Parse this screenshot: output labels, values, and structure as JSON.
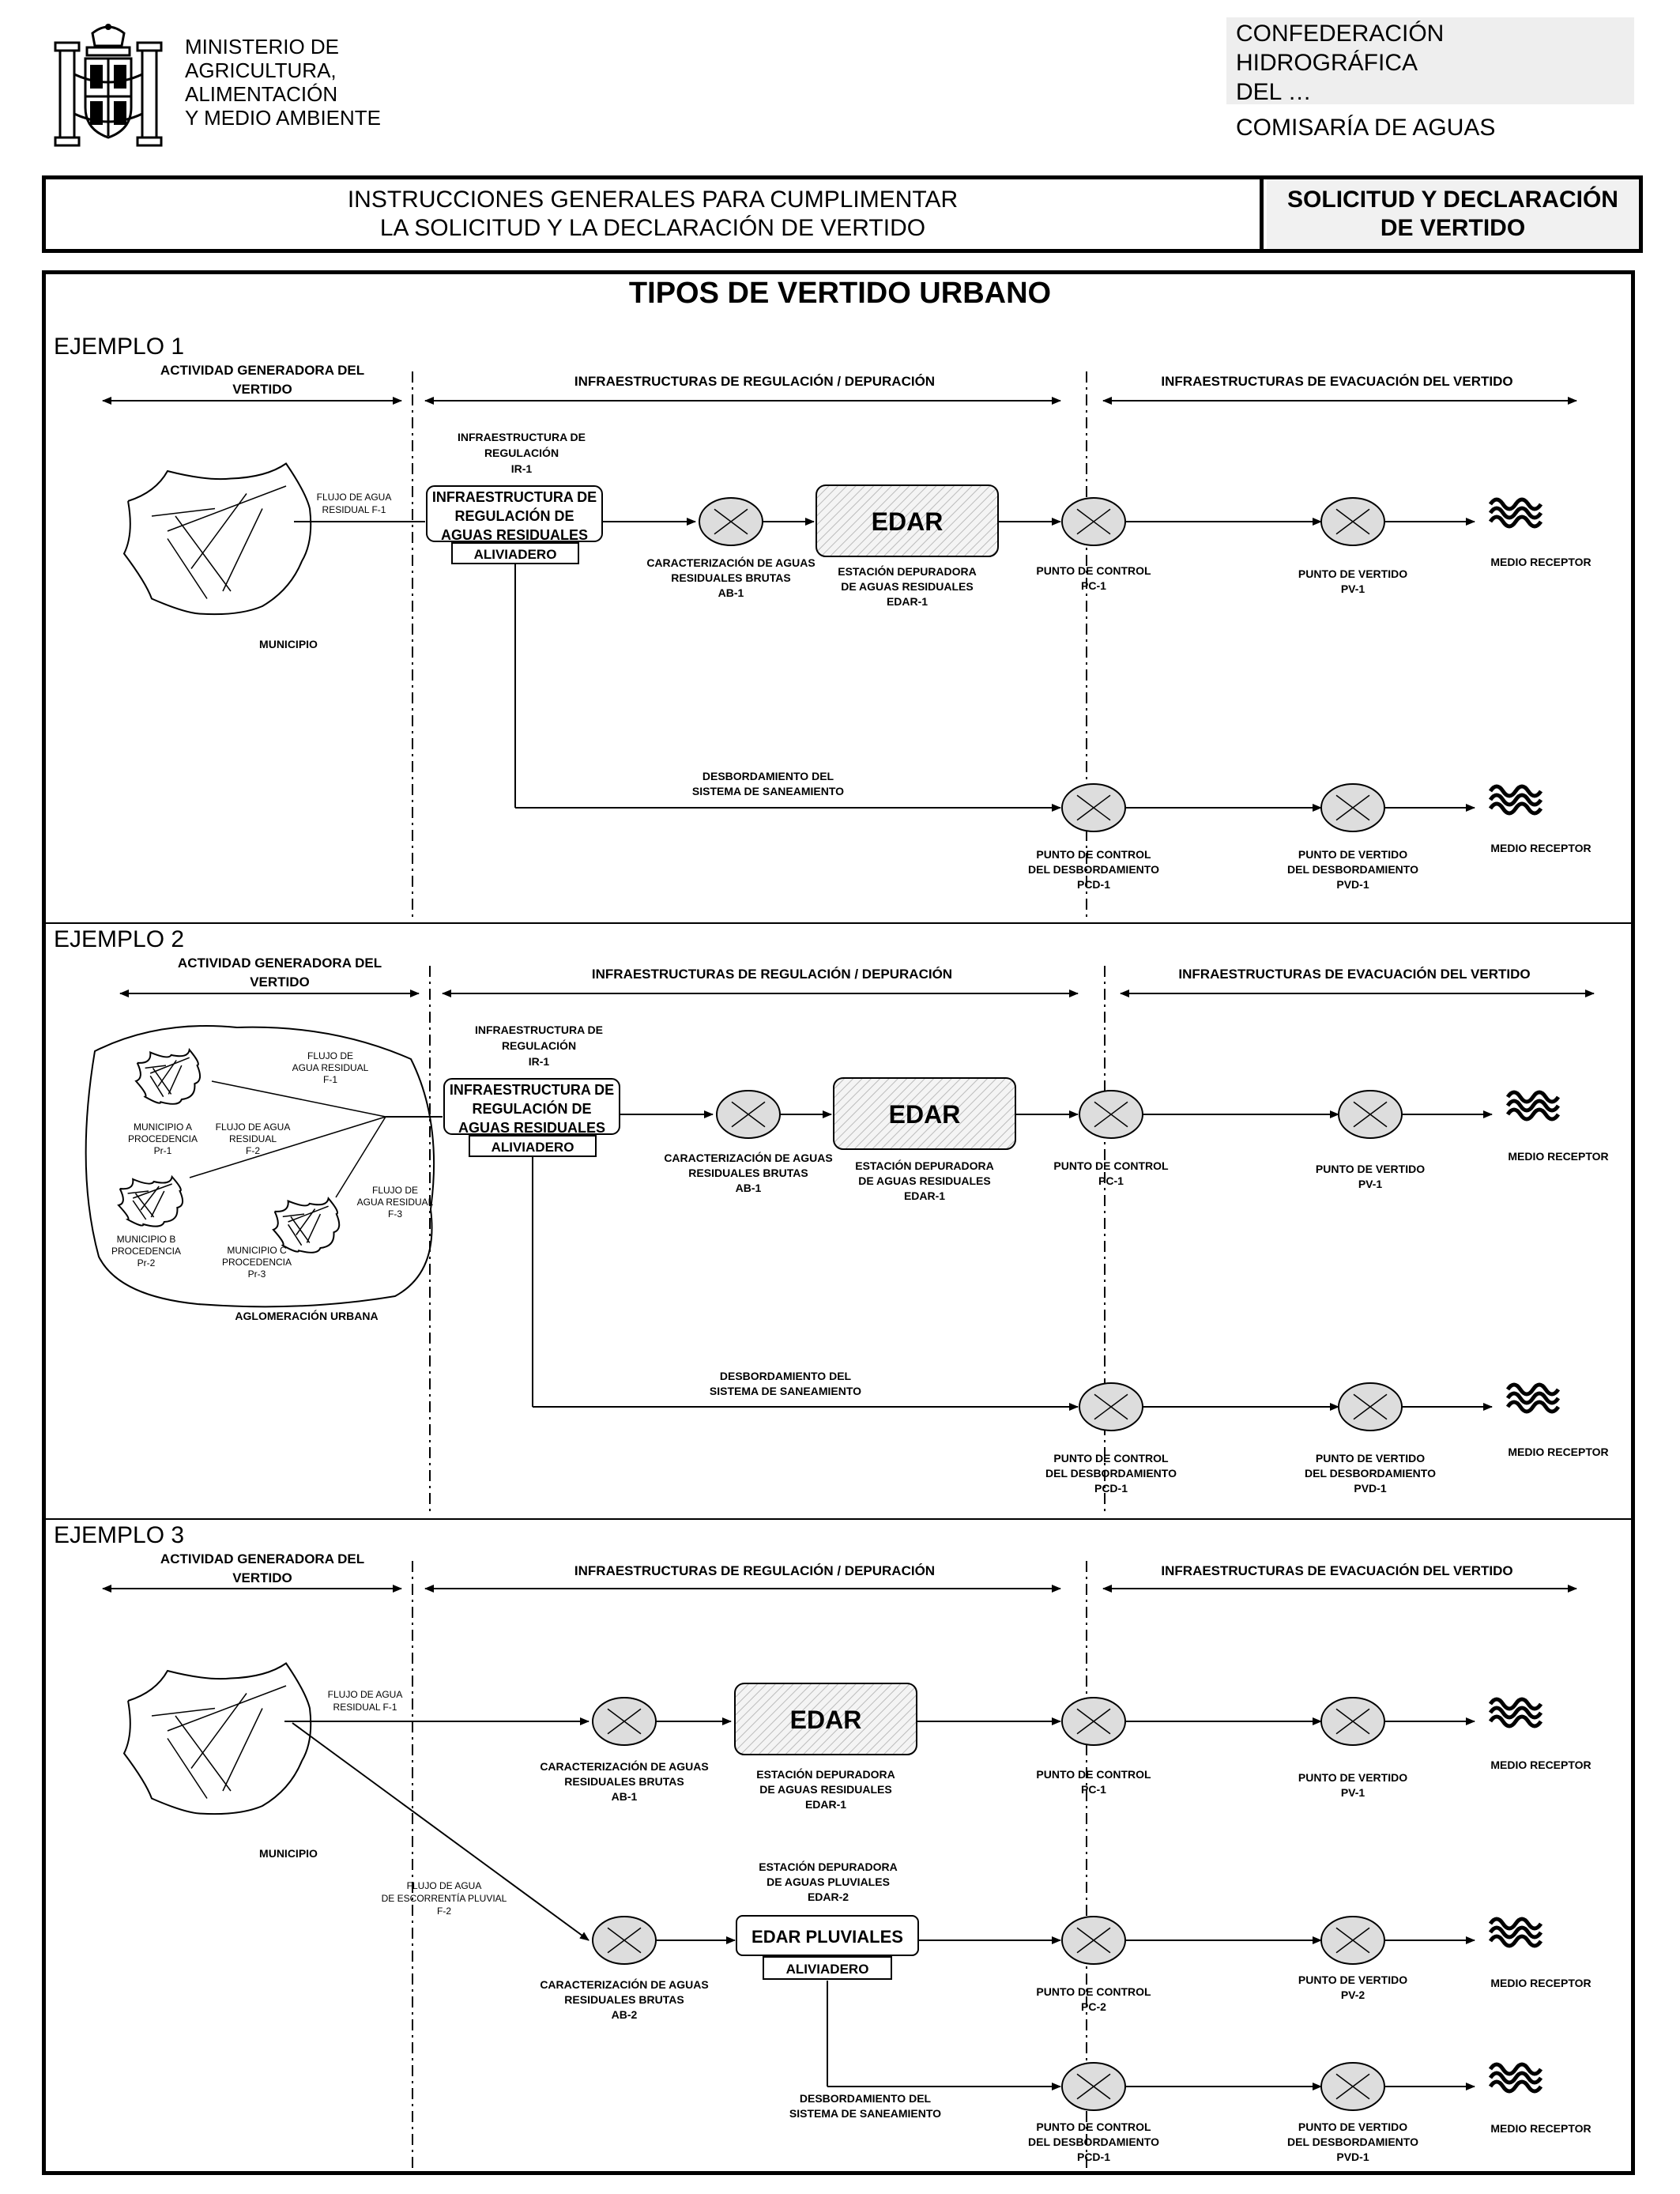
{
  "header": {
    "ministry": [
      "MINISTERIO DE",
      "AGRICULTURA,",
      "ALIMENTACIÓN",
      "Y MEDIO AMBIENTE"
    ],
    "confederation": [
      "CONFEDERACIÓN",
      "HIDROGRÁFICA",
      "DEL …"
    ],
    "comisaria": "COMISARÍA DE AGUAS"
  },
  "banner": {
    "left": [
      "INSTRUCCIONES GENERALES PARA CUMPLIMENTAR",
      "LA SOLICITUD Y LA DECLARACIÓN DE VERTIDO"
    ],
    "right": [
      "SOLICITUD Y DECLARACIÓN",
      "DE VERTIDO"
    ]
  },
  "title": "TIPOS DE VERTIDO URBANO",
  "examples": {
    "e1": "EJEMPLO 1",
    "e2": "EJEMPLO 2",
    "e3": "EJEMPLO 3"
  },
  "sections": {
    "actividad": [
      "ACTIVIDAD GENERADORA DEL",
      "VERTIDO"
    ],
    "regulacion": "INFRAESTRUCTURAS DE REGULACIÓN / DEPURACIÓN",
    "evacuacion": "INFRAESTRUCTURAS DE EVACUACIÓN DEL VERTIDO"
  },
  "labels": {
    "ir_caption": [
      "INFRAESTRUCTURA DE",
      "REGULACIÓN",
      "IR-1"
    ],
    "ir_box": [
      "INFRAESTRUCTURA DE",
      "REGULACIÓN DE",
      "AGUAS RESIDUALES"
    ],
    "aliviadero": "ALIVIADERO",
    "edar": "EDAR",
    "edar_pluviales": "EDAR PLUVIALES",
    "ab1": [
      "CARACTERIZACIÓN DE AGUAS",
      "RESIDUALES BRUTAS",
      "AB-1"
    ],
    "ab2": [
      "CARACTERIZACIÓN DE AGUAS",
      "RESIDUALES BRUTAS",
      "AB-2"
    ],
    "edar1": [
      "ESTACIÓN DEPURADORA",
      "DE AGUAS RESIDUALES",
      "EDAR-1"
    ],
    "edar2": [
      "ESTACIÓN DEPURADORA",
      "DE AGUAS PLUVIALES",
      "EDAR-2"
    ],
    "pc1": [
      "PUNTO DE CONTROL",
      "PC-1"
    ],
    "pc2": [
      "PUNTO DE CONTROL",
      "PC-2"
    ],
    "pv1": [
      "PUNTO DE VERTIDO",
      "PV-1"
    ],
    "pv2": [
      "PUNTO DE VERTIDO",
      "PV-2"
    ],
    "pcd1": [
      "PUNTO DE CONTROL",
      "DEL DESBORDAMIENTO",
      "PCD-1"
    ],
    "pvd1": [
      "PUNTO DE VERTIDO",
      "DEL DESBORDAMIENTO",
      "PVD-1"
    ],
    "medio": "MEDIO RECEPTOR",
    "desbordamiento": [
      "DESBORDAMIENTO DEL",
      "SISTEMA DE SANEAMIENTO"
    ],
    "municipio": "MUNICIPIO",
    "flujo_f1": [
      "FLUJO DE AGUA",
      "RESIDUAL F-1"
    ],
    "flujo_f2_pluvial": [
      "FLUJO DE AGUA",
      "DE ESCORRENTÍA PLUVIAL",
      "F-2"
    ],
    "e2_f1": [
      "FLUJO DE",
      "AGUA RESIDUAL",
      "F-1"
    ],
    "e2_f2": [
      "FLUJO DE AGUA",
      "RESIDUAL",
      "F-2"
    ],
    "e2_f3": [
      "FLUJO DE",
      "AGUA RESIDUAL",
      "F-3"
    ],
    "mun_a": [
      "MUNICIPIO A",
      "PROCEDENCIA",
      "Pr-1"
    ],
    "mun_b": [
      "MUNICIPIO B",
      "PROCEDENCIA",
      "Pr-2"
    ],
    "mun_c": [
      "MUNICIPIO C",
      "PROCEDENCIA",
      "Pr-3"
    ],
    "aglomeracion": "AGLOMERACIÓN URBANA"
  }
}
